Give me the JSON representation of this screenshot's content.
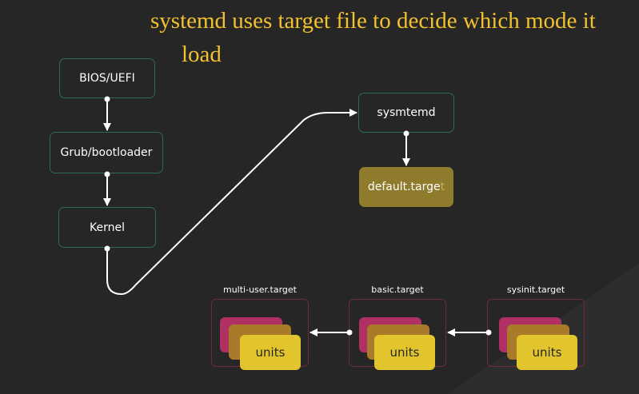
{
  "title": {
    "line1": "systemd uses target file to decide which mode it",
    "line2": "load"
  },
  "boot_chain": {
    "bios": "BIOS/UEFI",
    "bootloader": "Grub/bootloader",
    "kernel": "Kernel"
  },
  "systemd": {
    "label": "sysmtemd",
    "default_target_main": "default.targe",
    "default_target_last": "t"
  },
  "targets": [
    {
      "label": "multi-user.target",
      "units": "units"
    },
    {
      "label": "basic.target",
      "units": "units"
    },
    {
      "label": "sysinit.target",
      "units": "units"
    }
  ],
  "colors": {
    "title": "#f2c12e",
    "node_border": "#2f6b52",
    "default_target": "#8f7b2c",
    "unit_front": "#e2c52c",
    "unit_mid": "#a87a2a",
    "unit_back": "#b03063",
    "group_border": "#6e2a3a",
    "background": "#262626"
  }
}
